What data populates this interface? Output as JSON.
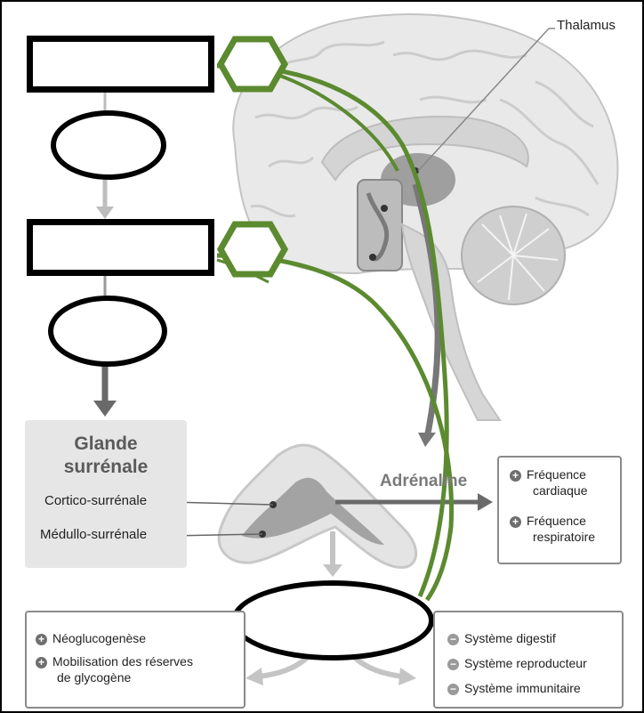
{
  "labels": {
    "thalamus": "Thalamus",
    "adrenaline": "Adrénaline"
  },
  "gland": {
    "title_line1": "Glande",
    "title_line2": "surrénale",
    "cortex": "Cortico-surrénale",
    "medulla": "Médullo-surrénale"
  },
  "effects_right_top": [
    {
      "sign": "+",
      "line1": "Fréquence",
      "line2": "cardiaque"
    },
    {
      "sign": "+",
      "line1": "Fréquence",
      "line2": "respiratoire"
    }
  ],
  "effects_left": [
    {
      "sign": "+",
      "line1": "Néoglucogenèse",
      "line2": ""
    },
    {
      "sign": "+",
      "line1": "Mobilisation des réserves",
      "line2": "de glycogène"
    }
  ],
  "effects_right_bottom": [
    {
      "sign": "−",
      "text": "Système digestif"
    },
    {
      "sign": "−",
      "text": "Système reproducteur"
    },
    {
      "sign": "−",
      "text": "Système immunitaire"
    }
  ],
  "colors": {
    "green": "#5b8a2f",
    "gray_arrow": "#bdbdbd",
    "dark_arrow": "#6a6a6a"
  },
  "icons": {
    "plus": "plus-circle-icon",
    "minus": "minus-circle-icon"
  }
}
